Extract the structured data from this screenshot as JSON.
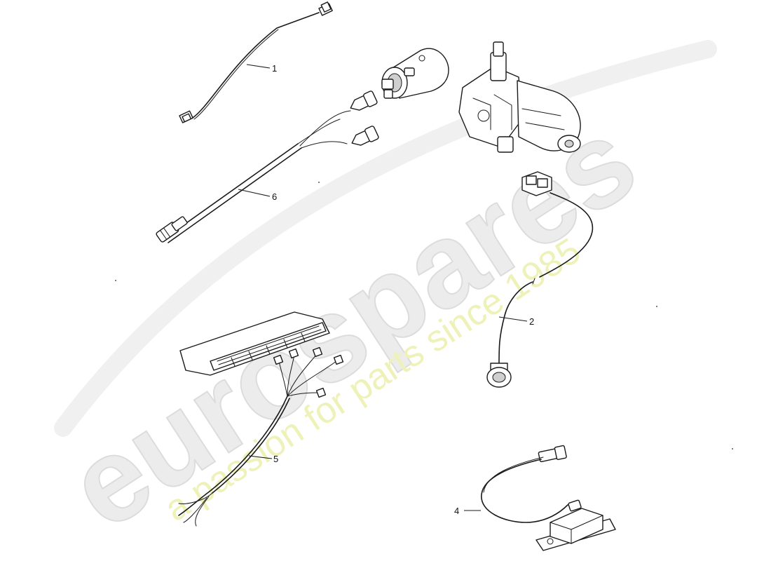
{
  "watermark": {
    "logo_text": "eurospares",
    "tagline": "a passion for parts since 1985"
  },
  "callouts": [
    {
      "id": "1",
      "label": "1"
    },
    {
      "id": "2",
      "label": "2"
    },
    {
      "id": "4",
      "label": "4"
    },
    {
      "id": "5",
      "label": "5"
    },
    {
      "id": "6",
      "label": "6"
    }
  ],
  "parts": [
    {
      "name": "ignition-coil"
    },
    {
      "name": "wiper-motor"
    }
  ]
}
